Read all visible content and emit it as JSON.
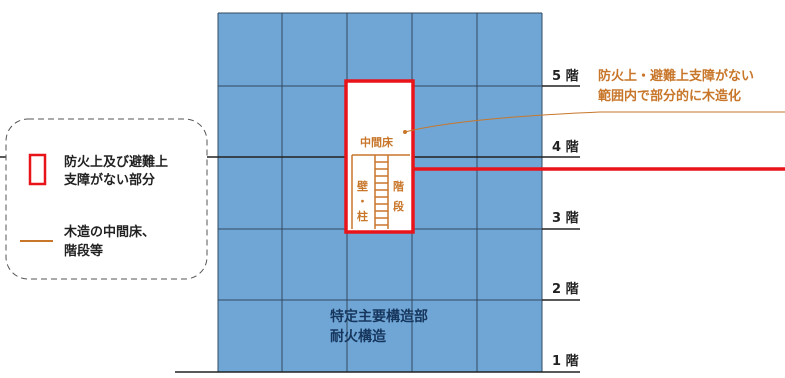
{
  "floors": [
    "5 階",
    "4 階",
    "3 階",
    "2 階",
    "1 階"
  ],
  "callout": {
    "line1": "防火上・避難上支障がない",
    "line2": "範囲内で部分的に木造化"
  },
  "legend": {
    "red_box_line1": "防火上及び避難上",
    "red_box_line2": "支障がない部分",
    "orange_line1": "木造の中間床、",
    "orange_line2": "階段等"
  },
  "inset": {
    "mid_floor": "中間床",
    "wall_col_1": "壁",
    "wall_col_2": "・",
    "wall_col_3": "柱",
    "stairs_1": "階",
    "stairs_2": "段"
  },
  "structure": {
    "line1": "特定主要構造部",
    "line2": "耐火構造"
  },
  "colors": {
    "building": "#6fa6d6",
    "grid": "#33495e",
    "highlight": "#e8141a",
    "wood": "#c8762a",
    "structure_text": "#17365d"
  }
}
